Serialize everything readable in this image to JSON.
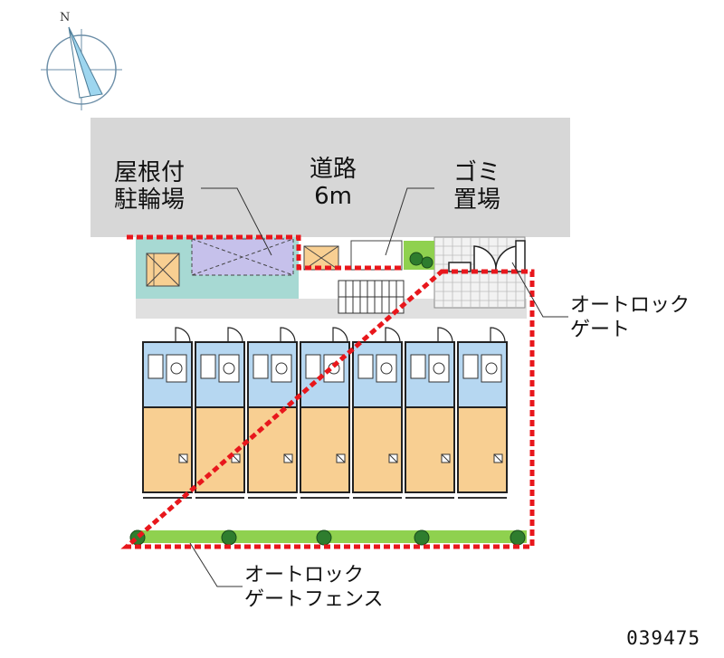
{
  "compass": {
    "north_label": "N"
  },
  "road": {
    "line1": "道路",
    "line2": "6m"
  },
  "bike_parking": {
    "line1": "屋根付",
    "line2": "駐輪場"
  },
  "garbage": {
    "line1": "ゴミ",
    "line2": "置場"
  },
  "autolock_gate": {
    "line1": "オートロック",
    "line2": "ゲート"
  },
  "autolock_fence": {
    "line1": "オートロック",
    "line2": "ゲートフェンス"
  },
  "reference_number": "039475",
  "units": {
    "count": 7
  },
  "colors": {
    "road": "#d7d7d7",
    "boundary": "#e8171c",
    "wet_area": "#b6d7f1",
    "room_floor": "#f8cf92",
    "corridor": "#a7d9d3",
    "bike_roof": "#c6c1eb",
    "greenery": "#8fd14f",
    "tree": "#2e7d2e",
    "wall": "#222222"
  }
}
